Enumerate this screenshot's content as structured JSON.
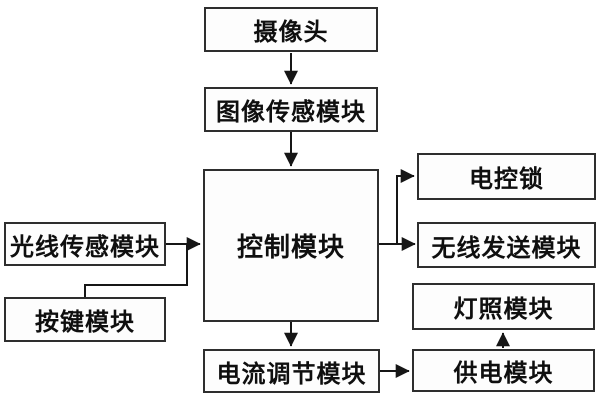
{
  "diagram_type": "flowchart",
  "nodes": {
    "camera": {
      "label": "摄像头"
    },
    "image_sensor": {
      "label": "图像传感模块"
    },
    "control": {
      "label": "控制模块"
    },
    "light_sensor": {
      "label": "光线传感模块"
    },
    "button": {
      "label": "按键模块"
    },
    "lock": {
      "label": "电控锁"
    },
    "wireless": {
      "label": "无线发送模块"
    },
    "lamp": {
      "label": "灯照模块"
    },
    "current": {
      "label": "电流调节模块"
    },
    "power": {
      "label": "供电模块"
    }
  },
  "edges": [
    {
      "from": "camera",
      "to": "image_sensor",
      "arrow": true
    },
    {
      "from": "image_sensor",
      "to": "control",
      "arrow": true
    },
    {
      "from": "light_sensor",
      "to": "control",
      "arrow": true
    },
    {
      "from": "button",
      "to": "control",
      "arrow": true,
      "note": "joins light_sensor arrow line"
    },
    {
      "from": "control",
      "to": "lock",
      "arrow": true
    },
    {
      "from": "control",
      "to": "wireless",
      "arrow": true
    },
    {
      "from": "control",
      "to": "current",
      "arrow": true
    },
    {
      "from": "current",
      "to": "power",
      "arrow": true
    },
    {
      "from": "power",
      "to": "lamp",
      "arrow": true
    }
  ],
  "colors": {
    "background": "#ffffff",
    "box_fill": "#fdfdfd",
    "box_border": "#2e2e2e",
    "line": "#161616",
    "text": "#0f0f0f"
  }
}
